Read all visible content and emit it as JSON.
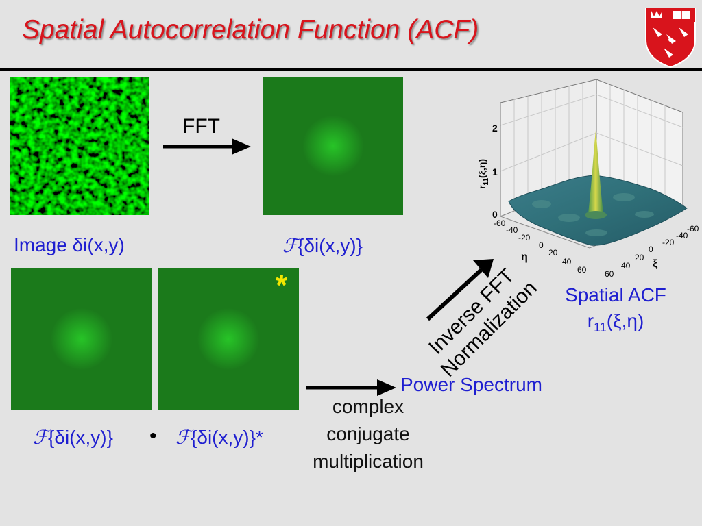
{
  "title": "Spatial Autocorrelation Function (ACF)",
  "labels": {
    "fft": "FFT",
    "image": "Image δi(x,y)",
    "fourier_top_symbol": "ℱ",
    "fourier_top_arg": "{δi(x,y)}",
    "fourier_bl_symbol": "ℱ",
    "fourier_bl_arg": "{δi(x,y)}",
    "dot": "•",
    "fourier_br_symbol": "ℱ",
    "fourier_br_arg": "{δi(x,y)}*",
    "asterisk": "*",
    "power_spectrum": "Power Spectrum",
    "ops_line1": "complex",
    "ops_line2": "conjugate",
    "ops_line3": "multiplication",
    "inverse_fft": "Inverse FFT",
    "normalization": "Normalization",
    "acf_line1": "Spatial ACF",
    "acf_line2_pre": "r",
    "acf_line2_sub": "11",
    "acf_line2_post": "(ξ,η)"
  },
  "plot3d": {
    "z_axis_label_pre": "r",
    "z_axis_label_sub": "11",
    "z_axis_label_post": "(ξ,η)",
    "z_ticks": [
      "2",
      "1",
      "0"
    ],
    "eta_label": "η",
    "xi_label": "ξ",
    "eta_ticks": [
      "-60",
      "-40",
      "-20",
      "0",
      "20",
      "40",
      "60"
    ],
    "xi_ticks": [
      "-60",
      "-40",
      "-20",
      "0",
      "20",
      "40",
      "60"
    ]
  },
  "colors": {
    "title": "#d8141c",
    "blue_text": "#1f1fd0",
    "asterisk": "#f2e600",
    "green_image": "#1fa41f",
    "spectrum_green": "#1b7a1b"
  }
}
